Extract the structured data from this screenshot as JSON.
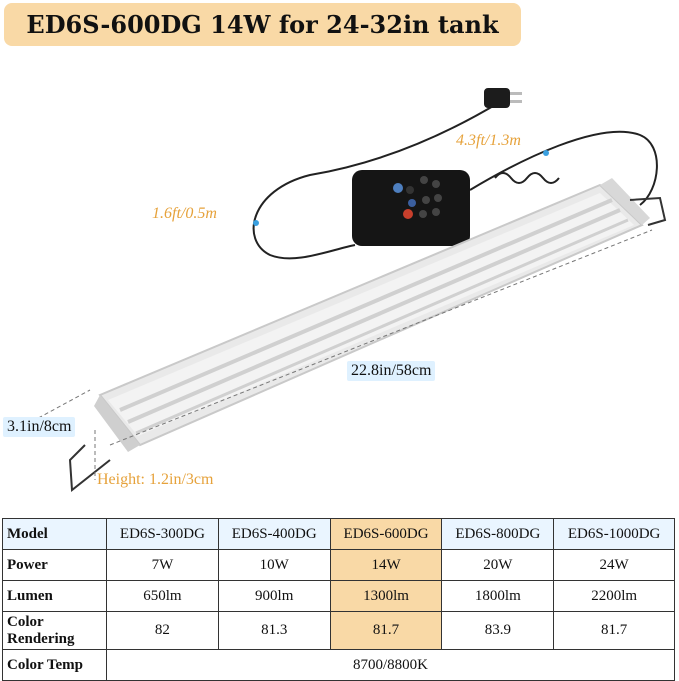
{
  "title": "ED6S-600DG 14W for 24-32in tank",
  "dimensions": {
    "cable_short": "1.6ft/0.5m",
    "cable_long": "4.3ft/1.3m",
    "length": "22.8in/58cm",
    "width": "3.1in/8cm",
    "height": "Height: 1.2in/3cm"
  },
  "colors": {
    "highlight": "#f9d9a6",
    "header_bg": "#eaf5ff",
    "dimension_text": "#e6a23b"
  },
  "table": {
    "rows": [
      {
        "label": "Model",
        "cells": [
          "ED6S-300DG",
          "ED6S-400DG",
          "ED6S-600DG",
          "ED6S-800DG",
          "ED6S-1000DG"
        ]
      },
      {
        "label": "Power",
        "cells": [
          "7W",
          "10W",
          "14W",
          "20W",
          "24W"
        ]
      },
      {
        "label": "Lumen",
        "cells": [
          "650lm",
          "900lm",
          "1300lm",
          "1800lm",
          "2200lm"
        ]
      },
      {
        "label_line1": "Color",
        "label_line2": "Rendering",
        "cells": [
          "82",
          "81.3",
          "81.7",
          "83.9",
          "81.7"
        ]
      },
      {
        "label": "Color Temp",
        "merged": "8700/8800K"
      }
    ]
  }
}
